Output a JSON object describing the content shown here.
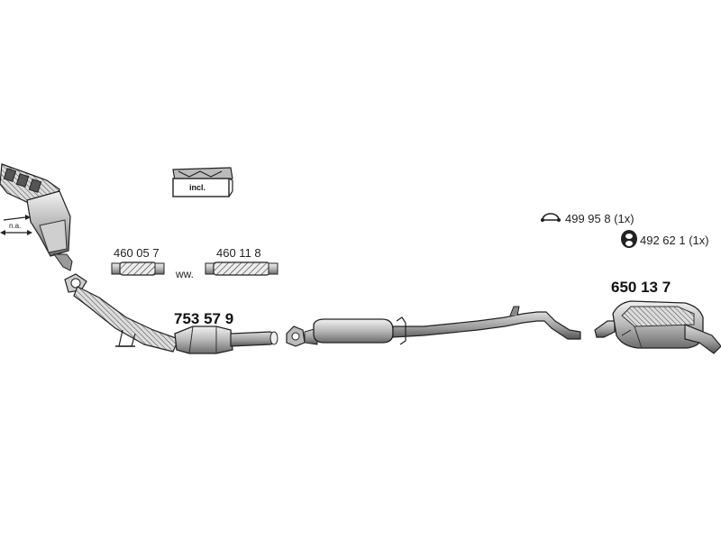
{
  "parts": {
    "catalyst_front": "753 57 9",
    "rear_muffler": "650 13 7",
    "flex_pipe_a": "460 05 7",
    "flex_pipe_b": "460 11 8",
    "clamp": "499 95 8 (1x)",
    "rubber_mount": "492 62 1 (1x)"
  },
  "labels": {
    "incl": "incl.",
    "na": "n.a.",
    "ww": "ww."
  },
  "colors": {
    "line": "#222222",
    "fill_light": "#e6e6e6",
    "fill_mid": "#bdbdbd",
    "fill_dark": "#7a7a7a"
  }
}
